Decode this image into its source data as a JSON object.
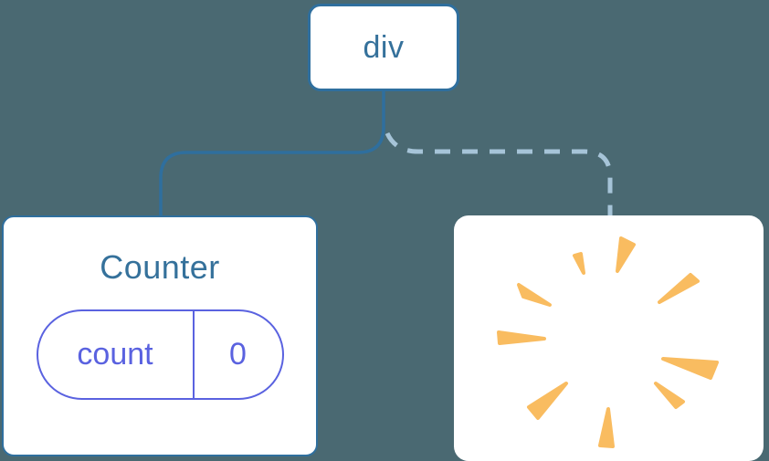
{
  "diagram": {
    "description": "render tree with one component preserved and one removed",
    "background_color": "#4a6972",
    "root_node": {
      "label": "div"
    },
    "children": [
      {
        "title": "Counter",
        "connector": "solid",
        "state": {
          "key": "count",
          "value": "0"
        }
      },
      {
        "title": "",
        "connector": "dashed",
        "icon": "poof-starburst"
      }
    ],
    "colors": {
      "node_border": "#2f6f9e",
      "node_text": "#35719b",
      "solid_connector": "#2f6f9e",
      "dashed_connector": "#a6c4d8",
      "state_accent": "#5a62e0",
      "poof_burst": "#f9bc60",
      "card_background": "#ffffff"
    }
  }
}
